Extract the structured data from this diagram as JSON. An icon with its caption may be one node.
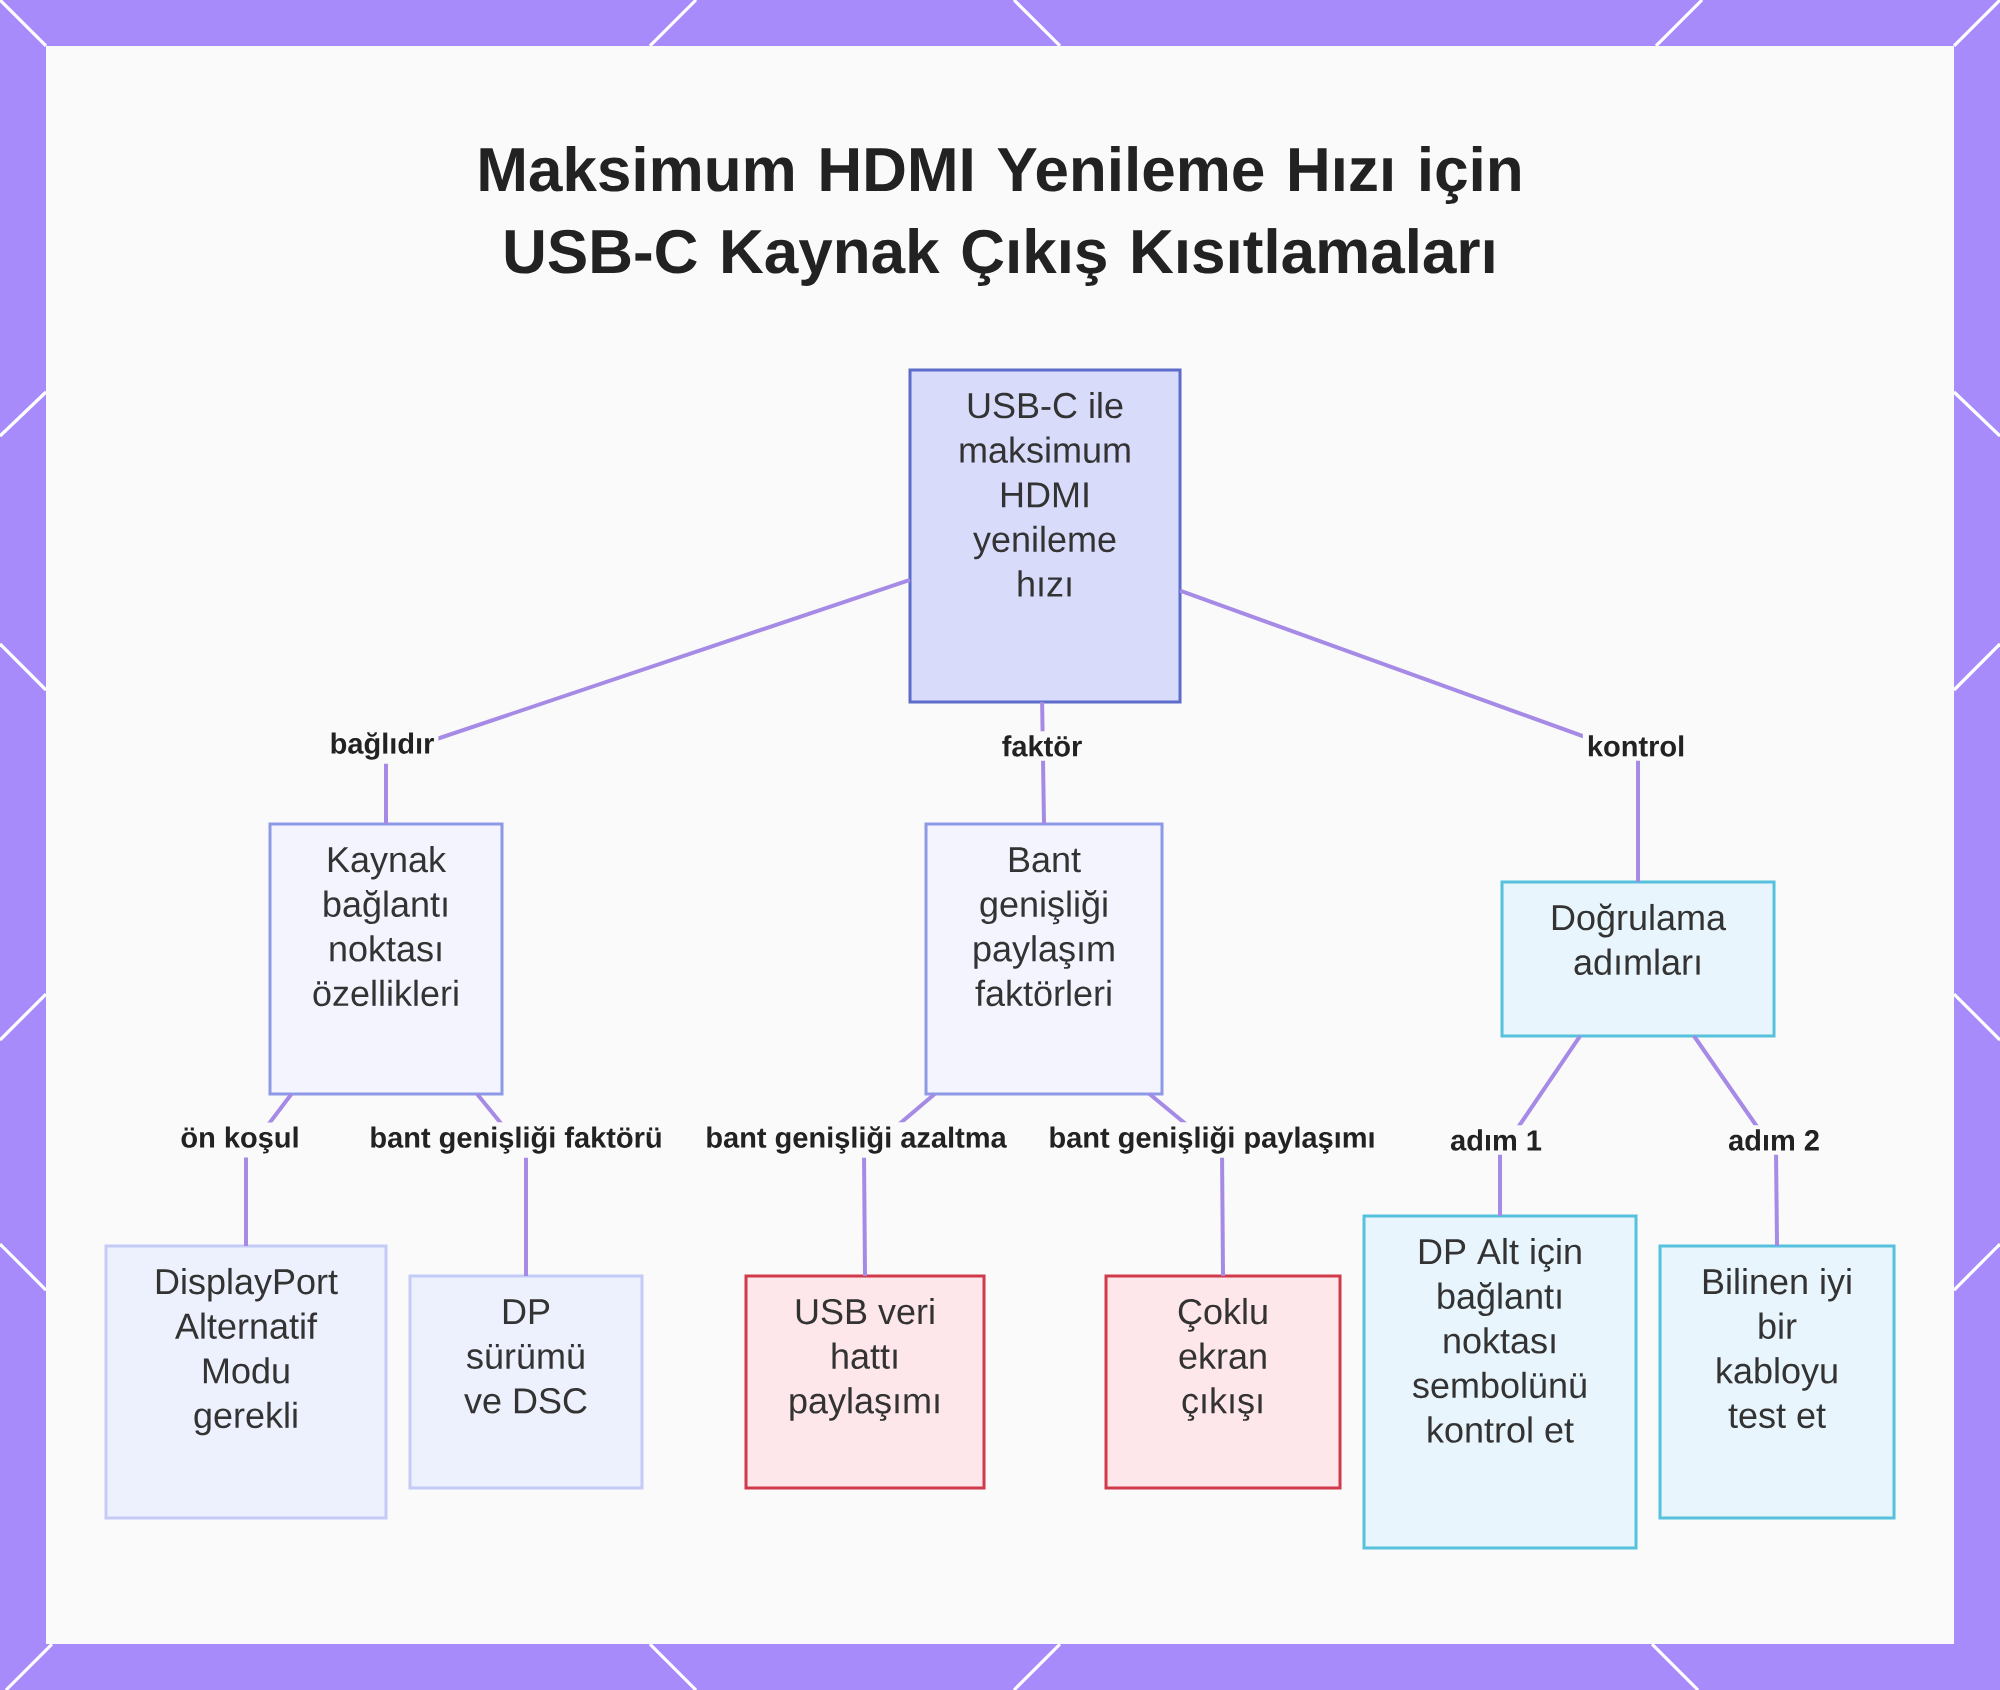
{
  "diagram": {
    "title": "Maksimum HDMI Yenileme Hızı için USB-C Kaynak Çıkış Kısıtlamaları",
    "nodes": [
      {
        "text": [
          "USB-C ile maksimum HDMI yenileme hızı"
        ]
      },
      {
        "text": [
          "Kaynak bağlantı noktası özellikleri"
        ]
      },
      {
        "text": [
          "Bant genişliği paylaşım faktörleri"
        ]
      },
      {
        "text": [
          "Doğrulama adımları"
        ]
      },
      {
        "text": [
          "DisplayPort Alternatif Modu gerekli"
        ]
      },
      {
        "text": [
          "DP sürümü ve DSC"
        ]
      },
      {
        "text": [
          "USB veri hattı paylaşımı"
        ]
      },
      {
        "text": [
          "Çoklu ekran çıkışı"
        ]
      },
      {
        "text": [
          "DP Alt için bağlantı noktası sembolünü kontrol et"
        ]
      },
      {
        "text": [
          "Bilinen iyi bir kabloyu test et"
        ]
      }
    ],
    "edges": [
      {
        "from": 0,
        "to": 1,
        "arrow": "none",
        "label": "bağlıdır"
      },
      {
        "from": 0,
        "to": 2,
        "arrow": "none",
        "label": "faktör"
      },
      {
        "from": 0,
        "to": 3,
        "arrow": "none",
        "label": "kontrol"
      },
      {
        "from": 1,
        "to": 4,
        "arrow": "none",
        "label": "ön koşul"
      },
      {
        "from": 1,
        "to": 5,
        "arrow": "none",
        "label": "bant genişliği faktörü"
      },
      {
        "from": 2,
        "to": 6,
        "arrow": "none",
        "label": "bant genişliği azaltma"
      },
      {
        "from": 2,
        "to": 7,
        "arrow": "none",
        "label": "bant genişliği paylaşımı"
      },
      {
        "from": 3,
        "to": 8,
        "arrow": "none",
        "label": "adım 1"
      },
      {
        "from": 3,
        "to": 9,
        "arrow": "none",
        "label": "adım 2"
      }
    ]
  }
}
